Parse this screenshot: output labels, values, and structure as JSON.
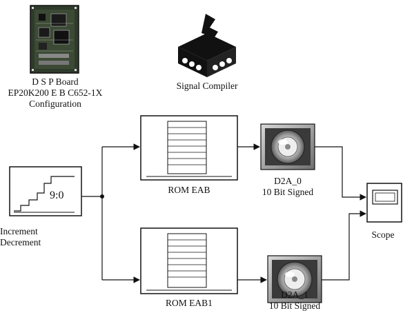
{
  "dsp_board": {
    "title": "D S P Board",
    "model": "EP20K200 E B C652-1X",
    "caption": "Configuration"
  },
  "signal_compiler": {
    "label": "Signal Compiler"
  },
  "counter": {
    "range": "9:0",
    "label_line1": "Increment",
    "label_line2": "Decrement"
  },
  "rom0": {
    "label": "ROM EAB"
  },
  "rom1": {
    "label": "ROM EAB1"
  },
  "d2a0": {
    "name": "D2A_0",
    "type": "10 Bit Signed"
  },
  "d2a1": {
    "name": "D2A_1",
    "type": "10 Bit Signed"
  },
  "scope": {
    "label": "Scope"
  },
  "colors": {
    "line": "#111111",
    "background": "#ffffff",
    "board_green": "#2f3b2a"
  }
}
